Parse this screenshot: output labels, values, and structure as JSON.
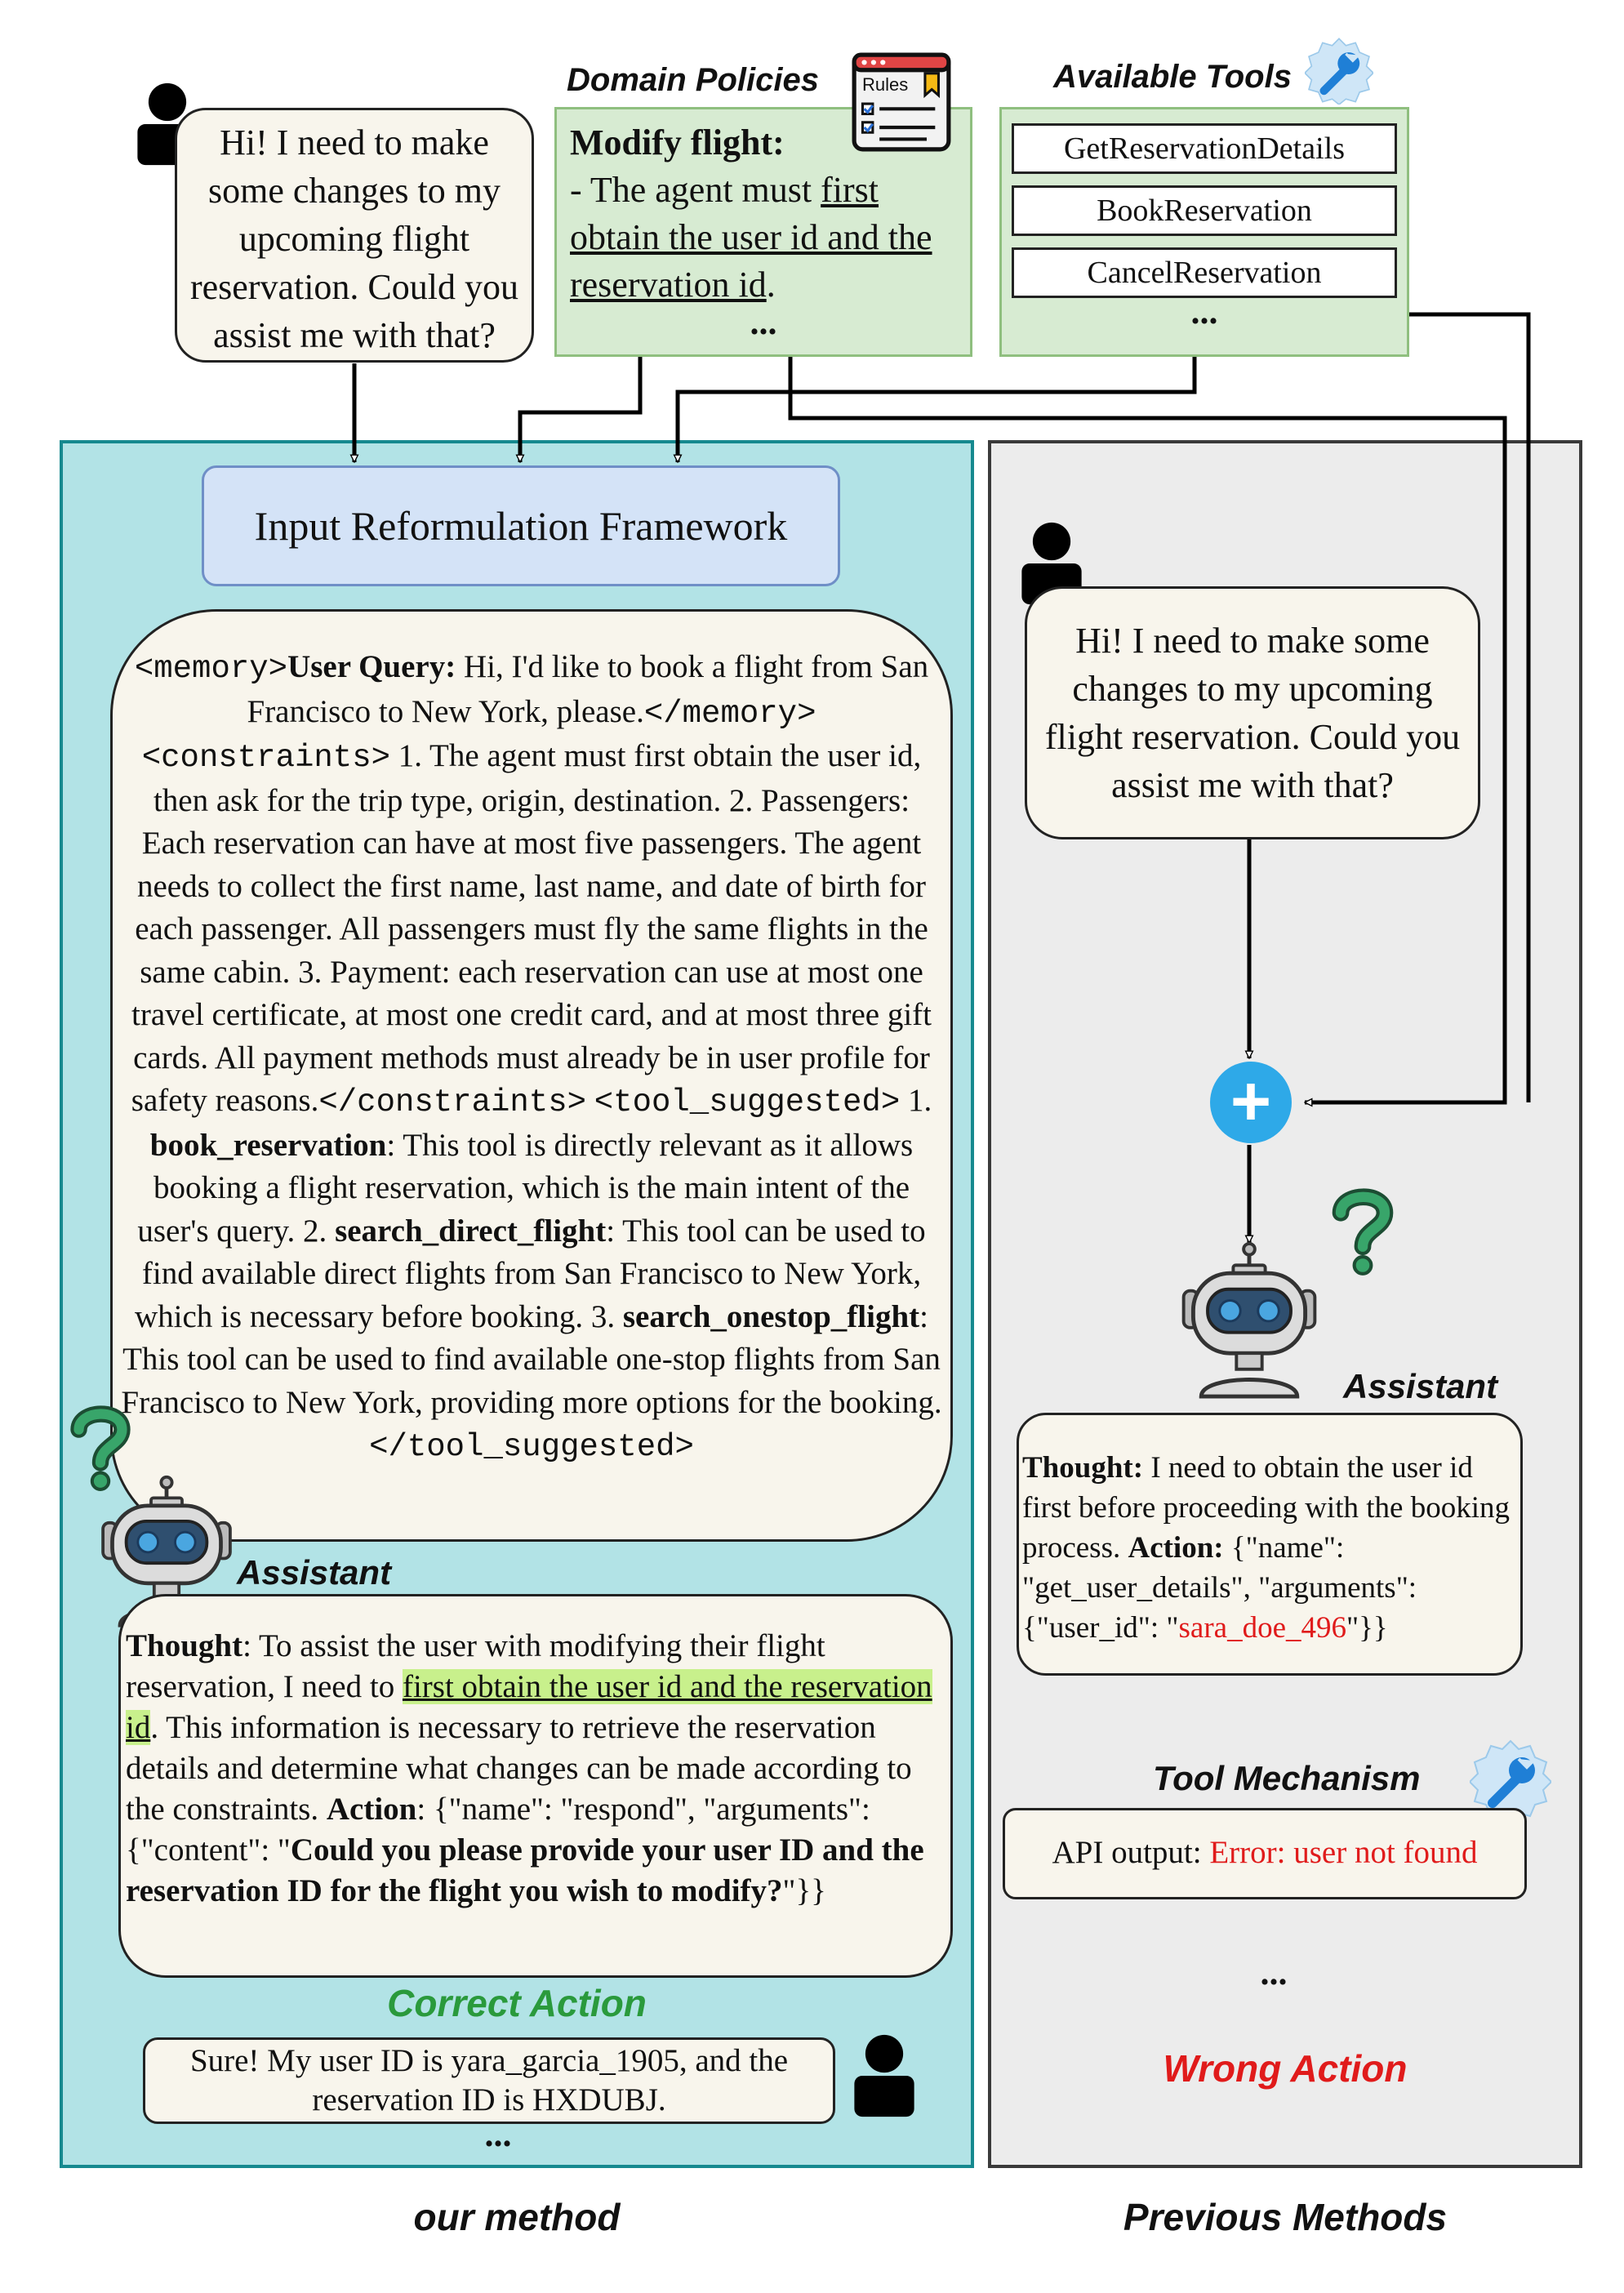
{
  "top": {
    "user_message": "Hi! I need to make some changes to my upcoming flight reservation. Could you assist me with that?",
    "domain_policies": {
      "title": "Domain Policies",
      "rules_icon_label": "Rules",
      "heading": "Modify flight:",
      "text_prefix": "- The agent must ",
      "text_underlined": "first obtain the user id and the reservation id",
      "text_suffix": ".",
      "ellipsis": "..."
    },
    "available_tools": {
      "title": "Available Tools",
      "tools": [
        "GetReservationDetails",
        "BookReservation",
        "CancelReservation"
      ],
      "ellipsis": "..."
    }
  },
  "left_panel": {
    "framework_title": "Input Reformulation Framework",
    "prompt": {
      "memory_open": "<memory>",
      "user_query_label": "User Query:",
      "user_query_text": " Hi, I'd like to book a flight from San Francisco to New York, please.",
      "memory_close": "</memory>",
      "constraints_open": "<constraints>",
      "constraints_text": "  1. The agent must first obtain the user id, then ask for the trip type, origin, destination. 2. Passengers: Each reservation can have at most five passengers. The agent needs to collect the first name, last name, and date of birth for each passenger. All passengers must fly the same flights in the same cabin. 3. Payment: each reservation can use at most one travel certificate, at most one credit card, and at most three gift cards. All payment methods must already be in user profile for safety reasons.",
      "constraints_close": "</constraints>",
      "tool_open": "<tool_suggested>",
      "tool_1_prefix": "  1. ",
      "tool_1_name": "book_reservation",
      "tool_1_text": ": This tool is directly relevant as it allows booking a flight reservation, which is the main intent of the user's query. 2. ",
      "tool_2_name": "search_direct_flight",
      "tool_2_text": ": This tool can be used to find available direct flights from San Francisco to New York, which is necessary before booking. 3. ",
      "tool_3_name": "search_onestop_flight",
      "tool_3_text": ": This tool can be used to find available one-stop flights from San Francisco to New York, providing more options for the booking. ",
      "tool_close": "</tool_suggested>"
    },
    "assistant_label": "Assistant",
    "assistant": {
      "thought_label": "Thought",
      "text_1": ": To assist the user with modifying their flight reservation, I need to ",
      "highlight": "first obtain the user id and the reservation id",
      "text_2": ". This information is necessary to retrieve the reservation details and determine what changes can be made according to the constraints. ",
      "action_label": "Action",
      "text_3": ": {\"name\": \"respond\", \"arguments\": {\"content\": \"",
      "bold_content": "Could you please provide your user ID and the reservation ID for the flight you wish to modify?",
      "text_4": "\"}}"
    },
    "result_label": "Correct Action",
    "user_reply": "Sure! My user ID is yara_garcia_1905, and the reservation ID is HXDUBJ.",
    "ellipsis": "...",
    "caption": "our method"
  },
  "right_panel": {
    "user_message": "Hi! I need to make some changes to my upcoming flight reservation. Could you assist me with that?",
    "assistant_label": "Assistant",
    "assistant": {
      "thought_label": "Thought:",
      "text_1": " I need to obtain the user id first before proceeding with the booking process. ",
      "action_label": "Action:",
      "text_2": " {\"name\": \"get_user_details\", \"arguments\": {\"user_id\": \"",
      "user_id": "sara_doe_496",
      "text_3": "\"}}"
    },
    "tool_mechanism_label": "Tool Mechanism",
    "api_label": "API output: ",
    "api_error": "Error: user not found",
    "ellipsis": "...",
    "result_label": "Wrong Action",
    "caption": "Previous Methods"
  },
  "colors": {
    "left_panel_bg": "#b2e3e6",
    "left_panel_border": "#16898f",
    "right_panel_bg": "#ececec",
    "green_box": "#d7ebd2",
    "framework_box": "#d4e3f7",
    "cream": "#f8f5ec",
    "correct": "#2a9a3c",
    "wrong": "#e01b1b",
    "plus_circle": "#2ea9e8",
    "question_mark": "#38a56a"
  }
}
